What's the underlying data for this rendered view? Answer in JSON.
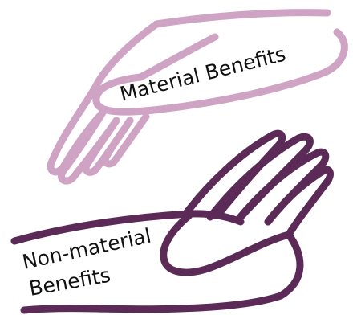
{
  "upper_hand": {
    "label": "Material Benefits",
    "color": "#cfa3c4"
  },
  "lower_hand": {
    "label_line1": "Non-material",
    "label_line2": "Benefits",
    "color": "#5c2a57"
  }
}
